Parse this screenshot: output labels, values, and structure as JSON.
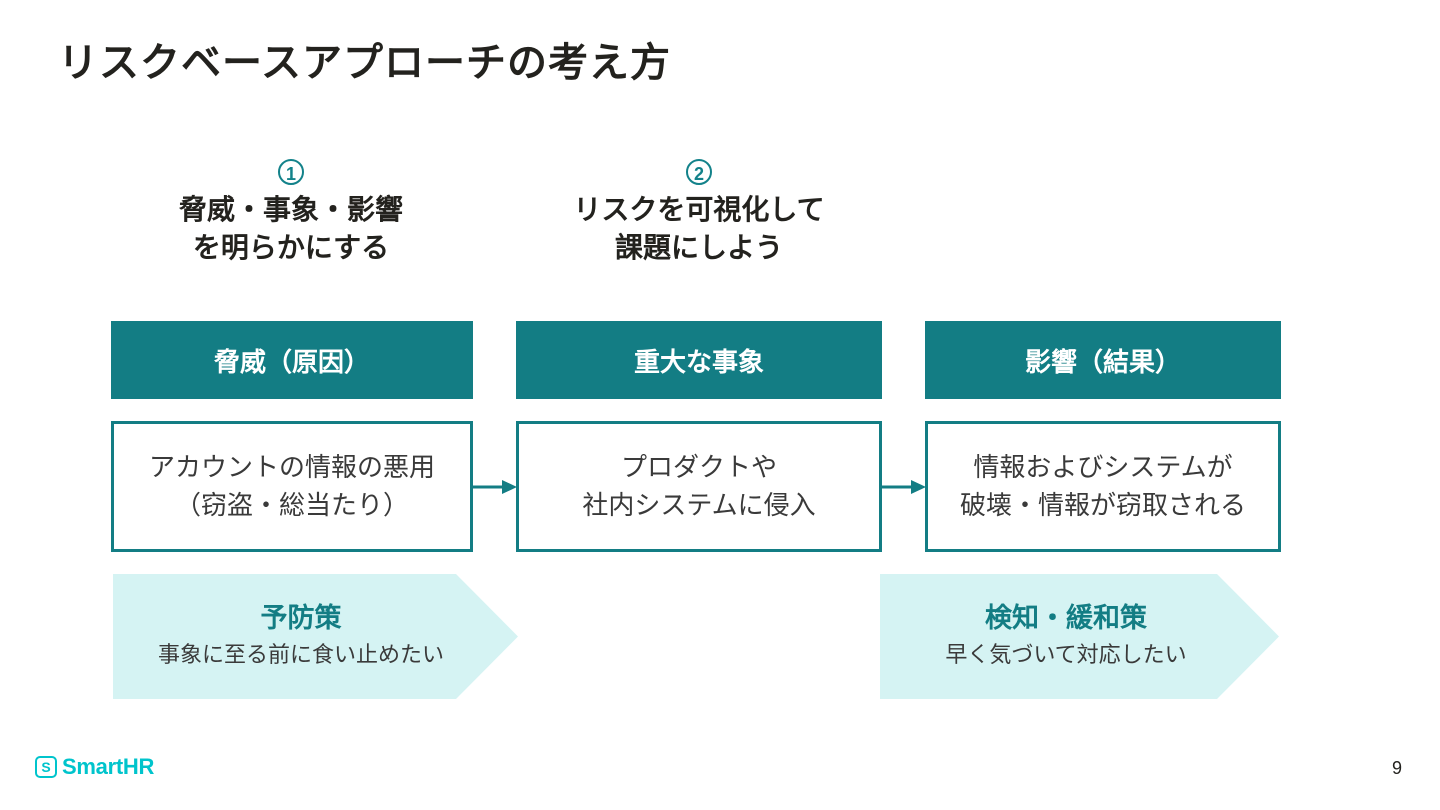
{
  "title": "リスクベースアプローチの考え方",
  "steps": [
    {
      "num": "1",
      "text": "脅威・事象・影響\nを明らかにする"
    },
    {
      "num": "2",
      "text": "リスクを可視化して\n課題にしよう"
    }
  ],
  "columns": [
    {
      "header": "脅威（原因）",
      "body": "アカウントの情報の悪用\n（窃盗・総当たり）"
    },
    {
      "header": "重大な事象",
      "body": "プロダクトや\n社内システムに侵入"
    },
    {
      "header": "影響（結果）",
      "body": "情報およびシステムが\n破壊・情報が窃取される"
    }
  ],
  "measures": [
    {
      "title": "予防策",
      "subtitle": "事象に至る前に食い止めたい"
    },
    {
      "title": "検知・緩和策",
      "subtitle": "早く気づいて対応したい"
    }
  ],
  "footer": {
    "brand": "SmartHR",
    "brand_mark": "S",
    "page": "9"
  },
  "colors": {
    "accent": "#137d84",
    "light_accent": "#d5f3f3",
    "brand": "#00c4cc"
  }
}
